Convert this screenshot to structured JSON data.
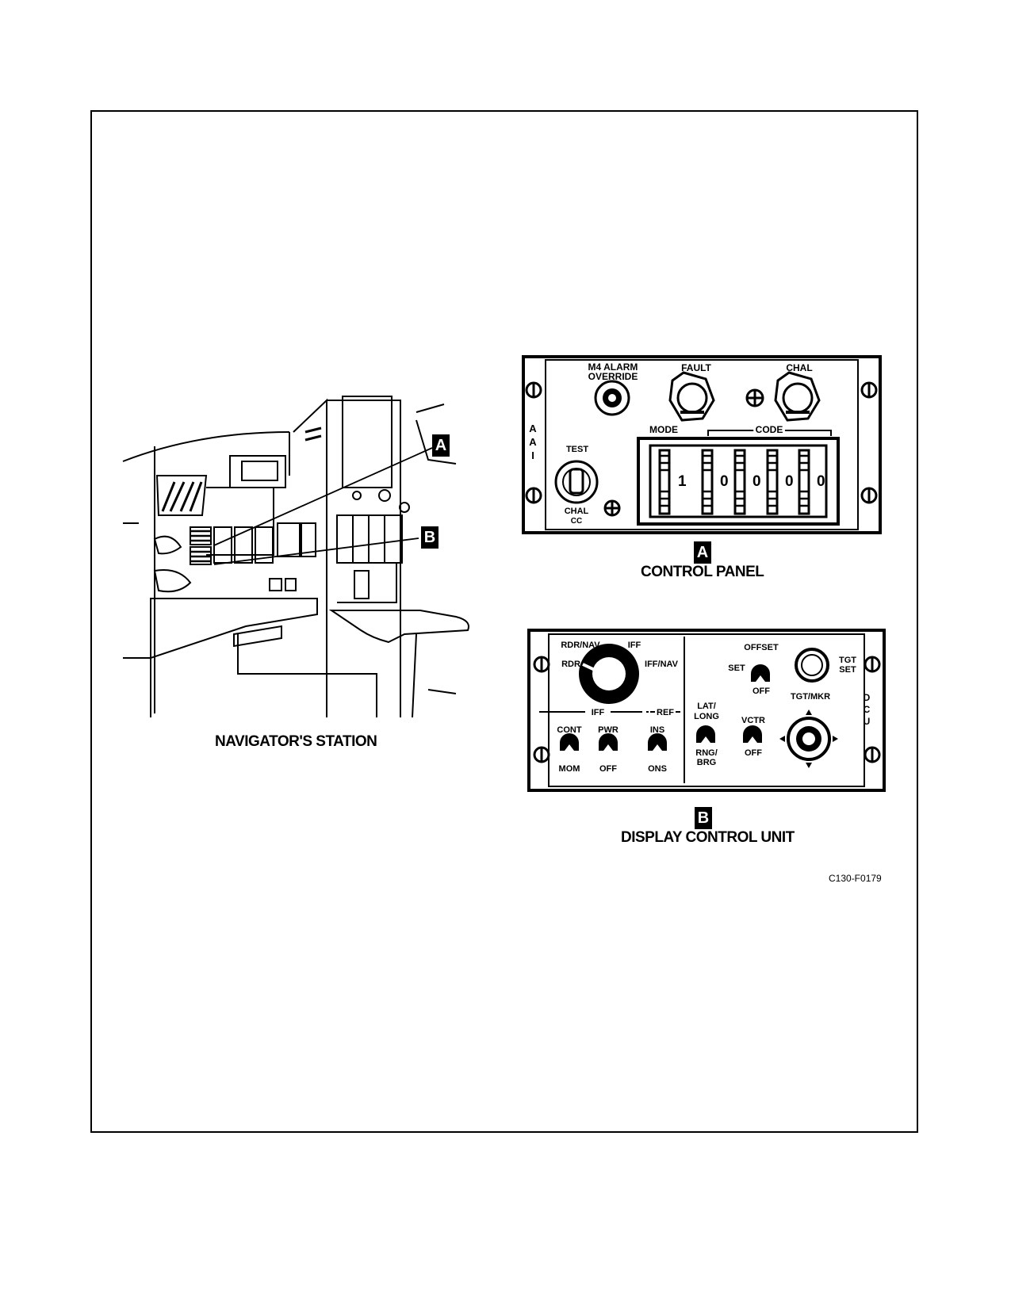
{
  "figure_id": "C130-F0179",
  "navigator": {
    "caption": "NAVIGATOR'S STATION",
    "callouts": [
      "A",
      "B"
    ]
  },
  "control_panel": {
    "badge": "A",
    "caption": "CONTROL PANEL",
    "side_label": "A A I",
    "m4_alarm_line1": "M4 ALARM",
    "m4_alarm_line2": "OVERRIDE",
    "fault": "FAULT",
    "chal": "CHAL",
    "test": "TEST",
    "chal_cc_line1": "CHAL",
    "chal_cc_line2": "CC",
    "mode": "MODE",
    "code": "CODE",
    "digits": [
      "1",
      "0",
      "0",
      "0",
      "0"
    ]
  },
  "dcu": {
    "badge": "B",
    "caption": "DISPLAY CONTROL UNIT",
    "side_label": "D C U",
    "rdr_nav": "RDR/NAV",
    "iff": "IFF",
    "rdr": "RDR",
    "iff_nav": "IFF/NAV",
    "offset": "OFFSET",
    "set": "SET",
    "off_offset": "OFF",
    "tgt_set_line1": "TGT",
    "tgt_set_line2": "SET",
    "tgt_mkr": "TGT/MKR",
    "iff_section": "IFF",
    "ref_section": "REF",
    "lat_long_line1": "LAT/",
    "lat_long_line2": "LONG",
    "rng_brg_line1": "RNG/",
    "rng_brg_line2": "BRG",
    "vctr": "VCTR",
    "off_vctr": "OFF",
    "cont": "CONT",
    "mom": "MOM",
    "pwr": "PWR",
    "off_pwr": "OFF",
    "ins": "INS",
    "ons": "ONS"
  }
}
